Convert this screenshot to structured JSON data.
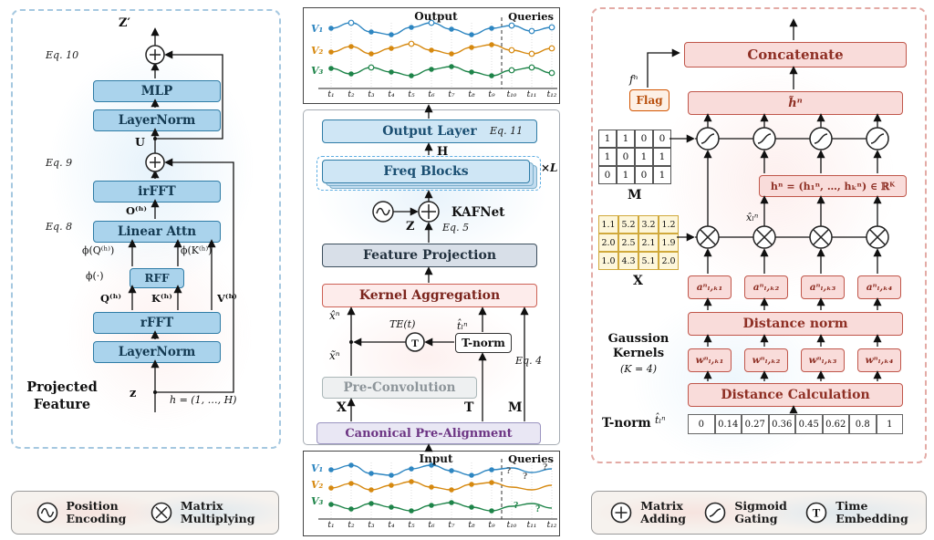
{
  "colors": {
    "series_v1": "#2e86c1",
    "series_v2": "#d68910",
    "series_v3": "#1e8449",
    "blue_box_fill": "#aad3ec",
    "blue_box_border": "#2f7ca6",
    "pink_box_fill": "#f9dcda",
    "pink_box_border": "#c0564a",
    "purple_text": "#6c3483",
    "flag_orange": "#d35400",
    "left_panel_dash": "#a5c8e0",
    "right_panel_dash": "#e3aaa5"
  },
  "left": {
    "caption1": "Projected",
    "caption2": "Feature",
    "z_prime": "Z′",
    "eq10": "Eq. 10",
    "mlp": "MLP",
    "layernorm1": "LayerNorm",
    "u": "U",
    "eq9": "Eq. 9",
    "irfft": "irFFT",
    "o_h": "O⁽ʰ⁾",
    "eq8": "Eq. 8",
    "linear_attn": "Linear Attn",
    "phi_q": "ϕ(Q⁽ʰ⁾)",
    "phi_k": "ϕ(K⁽ʰ⁾)",
    "phi_dot": "ϕ(·)",
    "rff": "RFF",
    "q_h": "Q⁽ʰ⁾",
    "k_h": "K⁽ʰ⁾",
    "v_h": "V⁽ʰ⁾",
    "rfft": "rFFT",
    "layernorm2": "LayerNorm",
    "z": "z",
    "heads": "h = (1, …, H)"
  },
  "top_chart": {
    "title": "Output",
    "queries": "Queries",
    "v1": "V₁",
    "v2": "V₂",
    "v3": "V₃",
    "ticks": [
      "t₁",
      "t₂",
      "t₃",
      "t₄",
      "t₅",
      "t₆",
      "t₇",
      "t₈",
      "t₉",
      "t₁₀",
      "t₁₁",
      "t₁₂"
    ]
  },
  "mid": {
    "output_layer": "Output Layer",
    "eq11": "Eq. 11",
    "h": "H",
    "freq_blocks": "Freq Blocks",
    "xl": "×L",
    "kafnet": "KAFNet",
    "z": "Z",
    "eq5": "Eq. 5",
    "feature_projection": "Feature Projection",
    "kernel_aggregation": "Kernel Aggregation",
    "x_hat": "x̂ⁿ",
    "te": "TE(t)",
    "t_circle": "T",
    "t_hat": "t̂ₗⁿ",
    "t_norm": "T-norm",
    "eq4": "Eq. 4",
    "x_tilde": "x̃ⁿ",
    "pre_convolution": "Pre-Convolution",
    "x": "X",
    "t": "T",
    "m": "M",
    "canonical": "Canonical Pre-Alignment"
  },
  "bottom_chart": {
    "title": "Input",
    "queries": "Queries",
    "v1": "V₁",
    "v2": "V₂",
    "v3": "V₃",
    "ticks": [
      "t₁",
      "t₂",
      "t₃",
      "t₄",
      "t₅",
      "t₆",
      "t₇",
      "t₈",
      "t₉",
      "t₁₀",
      "t₁₁",
      "t₁₂"
    ],
    "qmarks": [
      "?",
      "?",
      "?",
      "?",
      "?"
    ]
  },
  "right": {
    "concatenate": "Concatenate",
    "f_n": "fⁿ",
    "flag": "Flag",
    "h_tilde": "h̃ⁿ",
    "m_matrix": [
      [
        "1",
        "1",
        "0",
        "0"
      ],
      [
        "1",
        "0",
        "1",
        "1"
      ],
      [
        "0",
        "1",
        "0",
        "1"
      ]
    ],
    "m": "M",
    "h_vec": "hⁿ = (h₁ⁿ, …, hₖⁿ) ∈ ℝᴷ",
    "x_hat_l": "x̂ₗⁿ",
    "x_matrix": [
      [
        "1.1",
        "5.2",
        "3.2",
        "1.2"
      ],
      [
        "2.0",
        "2.5",
        "2.1",
        "1.9"
      ],
      [
        "1.0",
        "4.3",
        "5.1",
        "2.0"
      ]
    ],
    "x": "X",
    "a": [
      "aⁿₗ,ₖ₁",
      "aⁿₗ,ₖ₂",
      "aⁿₗ,ₖ₃",
      "aⁿₗ,ₖ₄"
    ],
    "distance_norm": "Distance norm",
    "w": [
      "wⁿₗ,ₖ₁",
      "wⁿₗ,ₖ₂",
      "wⁿₗ,ₖ₃",
      "wⁿₗ,ₖ₄"
    ],
    "gauss1": "Gaussion",
    "gauss2": "Kernels",
    "gauss_k": "(K = 4)",
    "distance_calc": "Distance Calculation",
    "t_norm": "T-norm",
    "t_hat": "t̂ₗⁿ",
    "t_values": [
      "0",
      "0.14",
      "0.27",
      "0.36",
      "0.45",
      "0.62",
      "0.8",
      "1"
    ]
  },
  "legend_left": {
    "items": [
      {
        "line1": "Position",
        "line2": "Encoding"
      },
      {
        "line1": "Matrix",
        "line2": "Multiplying"
      }
    ]
  },
  "legend_right": {
    "items": [
      {
        "line1": "Matrix",
        "line2": "Adding"
      },
      {
        "line1": "Sigmoid",
        "line2": "Gating"
      },
      {
        "line1": "Time",
        "line2": "Embedding"
      }
    ]
  }
}
